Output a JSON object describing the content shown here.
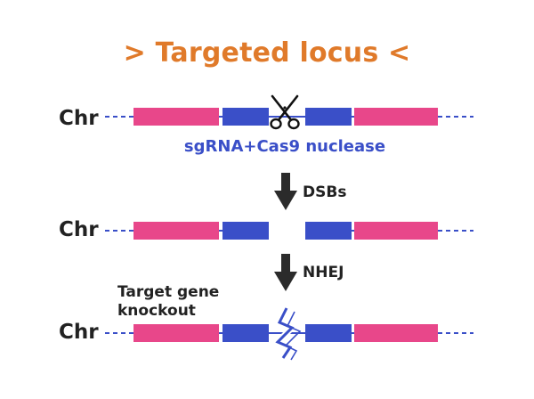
{
  "title": "> Targeted locus <",
  "chr_label": "Chr",
  "sgrna_label": "sgRNA+Cas9 nuclease",
  "steps": {
    "dsbs": "DSBs",
    "nhej": "NHEJ"
  },
  "knockout_label": [
    "Target gene",
    "knockout"
  ],
  "icons": {
    "cut": "scissors-icon",
    "junction": "zigzag-break-icon"
  },
  "colors": {
    "title": "#e07a2a",
    "exon_outer": "#e8478a",
    "exon_inner": "#3a4fc8",
    "line": "#3a4fc8",
    "arrow": "#2b2b2b",
    "text": "#222222"
  }
}
